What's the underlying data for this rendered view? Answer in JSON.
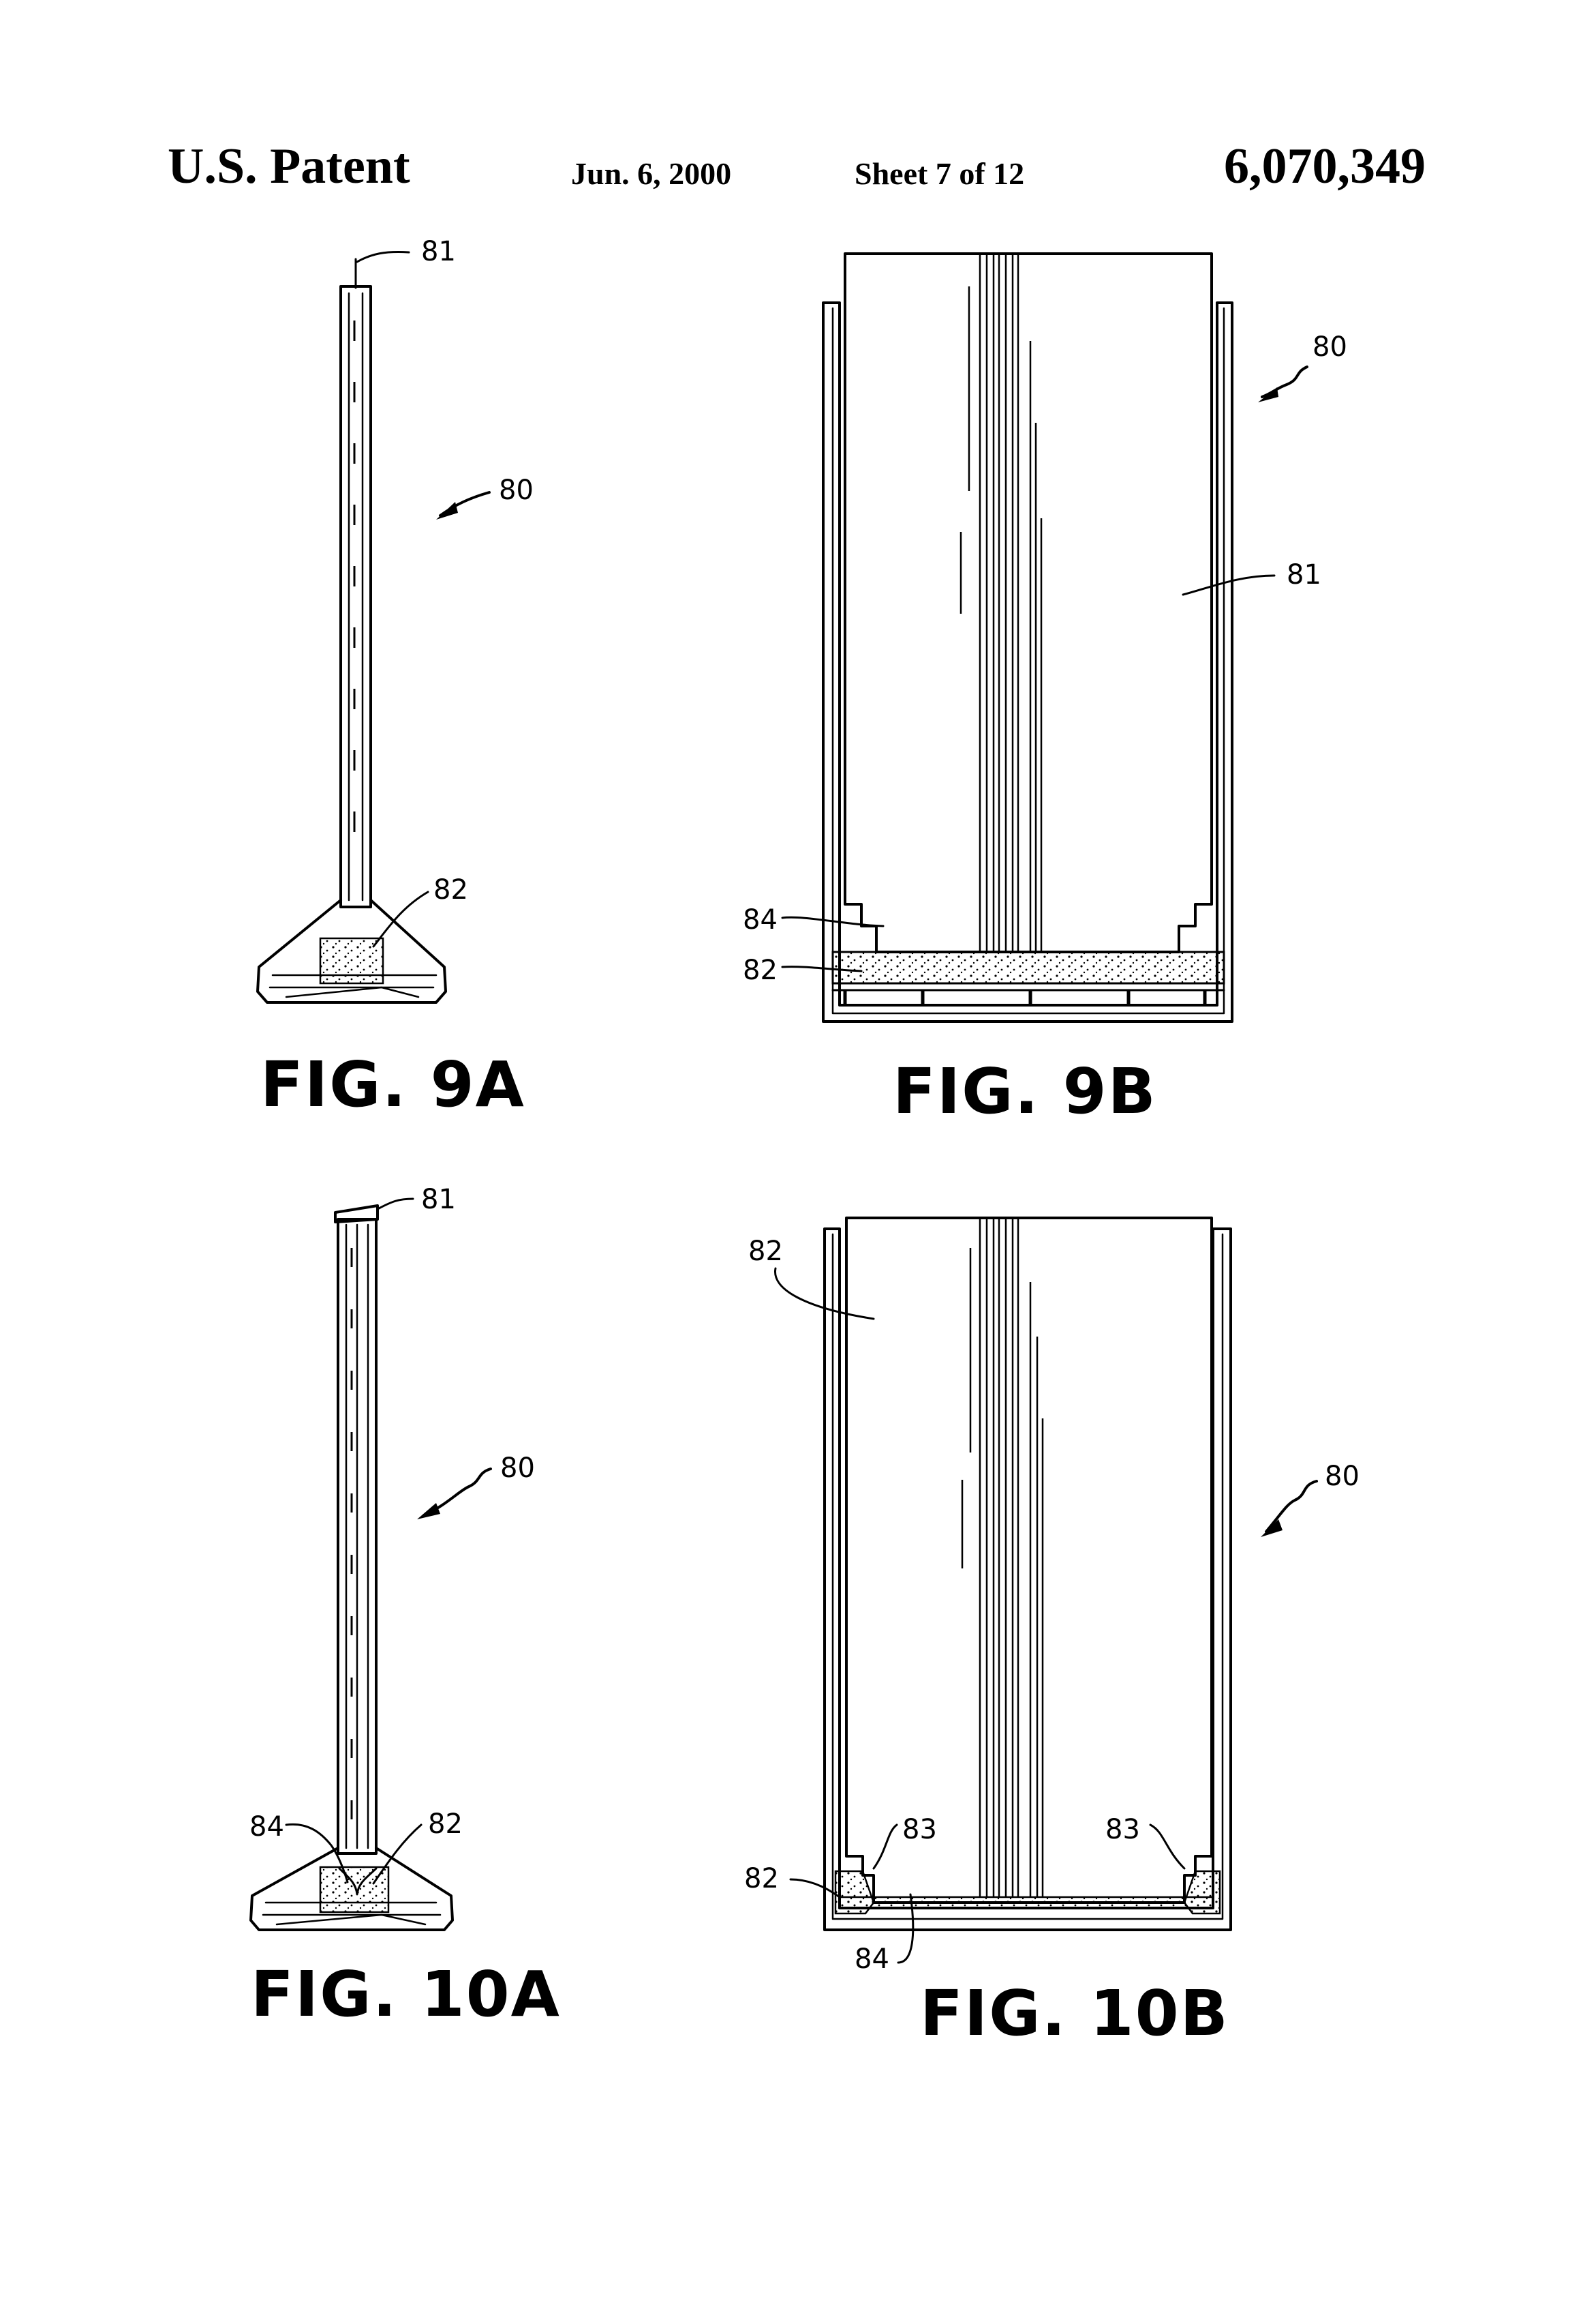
{
  "header": {
    "left": "U.S. Patent",
    "date": "Jun. 6, 2000",
    "sheet": "Sheet 7 of 12",
    "number": "6,070,349"
  },
  "figures": {
    "fig9a": {
      "caption": "FIG. 9A",
      "refs": {
        "r81": "81",
        "r80": "80",
        "r82": "82"
      }
    },
    "fig9b": {
      "caption": "FIG. 9B",
      "refs": {
        "r80": "80",
        "r81": "81",
        "r84": "84",
        "r82": "82"
      }
    },
    "fig10a": {
      "caption": "FIG. 10A",
      "refs": {
        "r81": "81",
        "r80": "80",
        "r84": "84",
        "r82": "82"
      }
    },
    "fig10b": {
      "caption": "FIG. 10B",
      "refs": {
        "r82a": "82",
        "r80": "80",
        "r83a": "83",
        "r83b": "83",
        "r82b": "82",
        "r84": "84"
      }
    }
  }
}
